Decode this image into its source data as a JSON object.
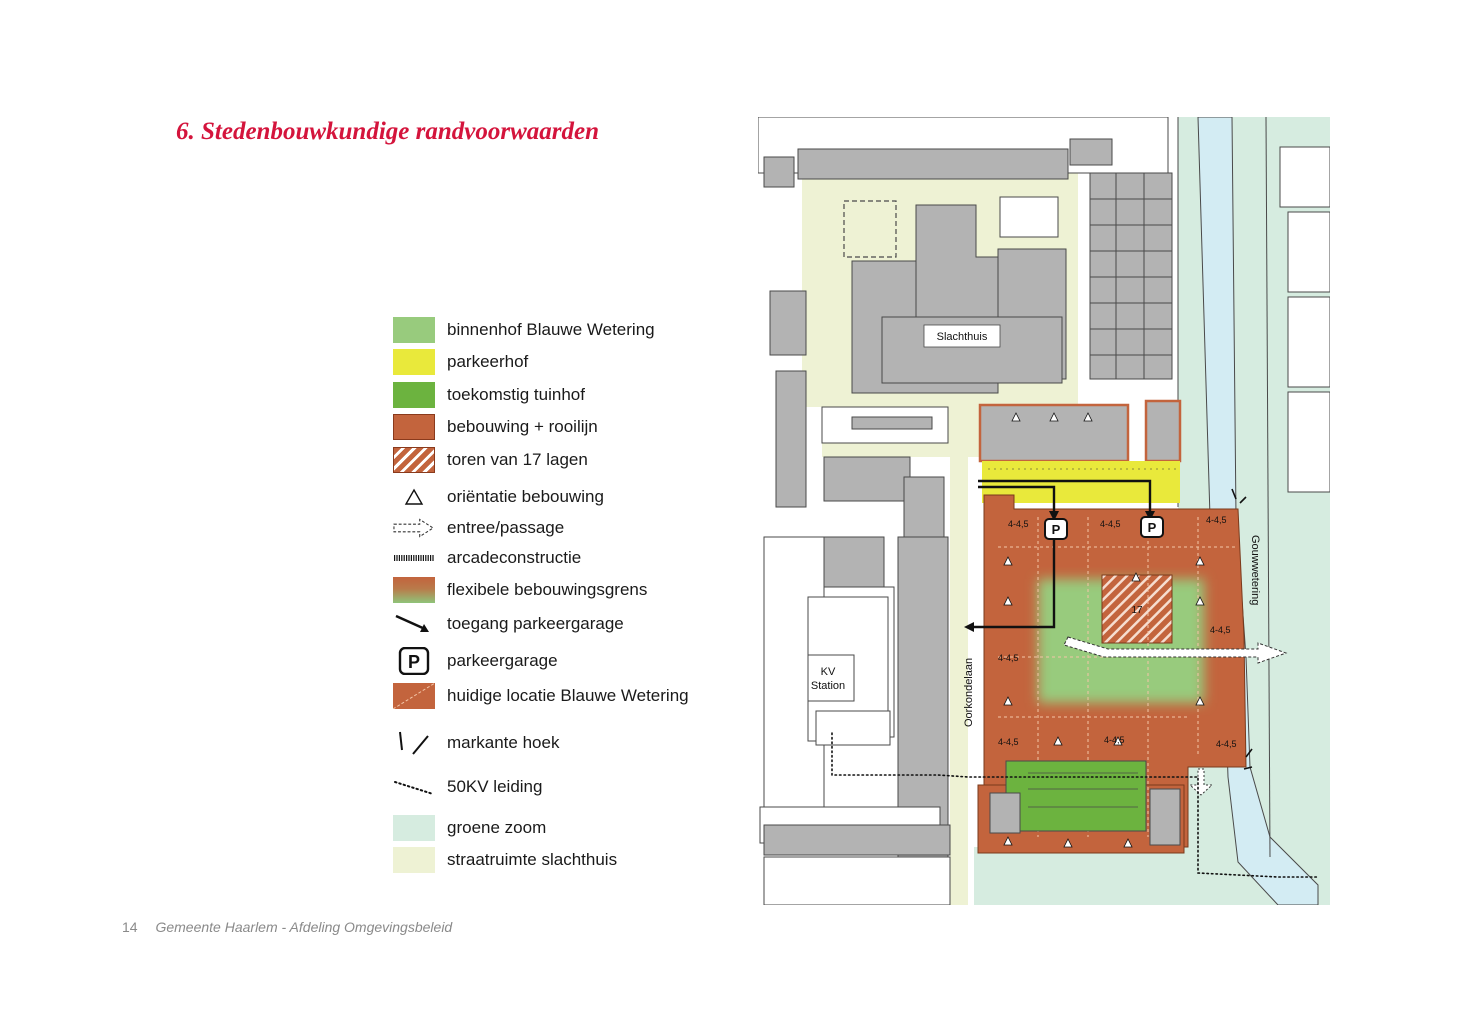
{
  "title": "6. Stedenbouwkundige randvoorwaarden",
  "legend": [
    {
      "icon": "green-swatch",
      "label": "binnenhof Blauwe Wetering",
      "color": "#98cb7d"
    },
    {
      "icon": "yellow-swatch",
      "label": "parkeerhof",
      "color": "#e9e93b"
    },
    {
      "icon": "dark-green-swatch",
      "label": "toekomstig tuinhof",
      "color": "#6cb33f"
    },
    {
      "icon": "orange-swatch",
      "label": "bebouwing + rooilijn",
      "color": "#c3643d"
    },
    {
      "icon": "hatched-orange-swatch",
      "label": "toren van 17 lagen",
      "color": "#c3643d"
    },
    {
      "icon": "triangle-icon",
      "label": "oriëntatie bebouwing"
    },
    {
      "icon": "hollow-arrow-icon",
      "label": "entree/passage"
    },
    {
      "icon": "arcade-icon",
      "label": "arcadeconstructie"
    },
    {
      "icon": "gradient-swatch",
      "label": "flexibele bebouwingsgrens"
    },
    {
      "icon": "black-arrow-icon",
      "label": "toegang parkeergarage"
    },
    {
      "icon": "parking-icon",
      "label": "parkeergarage"
    },
    {
      "icon": "outlined-orange-swatch",
      "label": "huidige locatie Blauwe Wetering",
      "color": "#c3643d"
    },
    {
      "icon": "corner-icon",
      "label": "markante hoek"
    },
    {
      "icon": "dotted-line-icon",
      "label": "50KV leiding"
    },
    {
      "icon": "light-green-swatch",
      "label": "groene zoom",
      "color": "#d6ece0"
    },
    {
      "icon": "cream-swatch",
      "label": "straatruimte slachthuis",
      "color": "#eef2d4"
    }
  ],
  "map": {
    "labels": {
      "slachthuis": "Slachthuis",
      "kv_line1": "KV",
      "kv_line2": "Station",
      "street_oorkondelaan": "Oorkondelaan",
      "street_gouwwetering": "Gouwwetering",
      "tower_height": "17",
      "height_label": "4-4,5"
    },
    "colors": {
      "building_grey": "#b3b3b3",
      "water": "#d3ecf3",
      "outline": "#4a4a4a"
    }
  },
  "footer": {
    "page": "14",
    "org": "Gemeente Haarlem - Afdeling Omgevingsbeleid"
  }
}
